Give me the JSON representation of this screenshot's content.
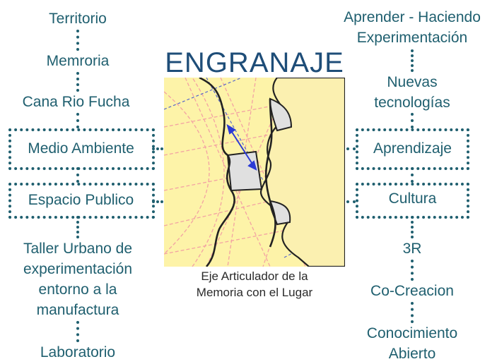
{
  "title": "ENGRANAJE",
  "caption_line1": "Eje Articulador de la",
  "caption_line2": "Memoria con el Lugar",
  "left": {
    "territorio": "Territorio",
    "memoria": "Memroria",
    "cana": "Cana Rio Fucha",
    "medio_ambiente": "Medio Ambiente",
    "espacio_publico": "Espacio Publico",
    "taller_1": "Taller Urbano de",
    "taller_2": "experimentación",
    "taller_3": "entorno a la",
    "taller_4": "manufactura",
    "laboratorio": "Laboratorio"
  },
  "right": {
    "aprender_1": "Aprender - Haciendo",
    "aprender_2": "Experimentación",
    "nuevas_1": "Nuevas",
    "nuevas_2": "tecnologías",
    "aprendizaje": "Aprendizaje",
    "cultura": "Cultura",
    "tres_r": "3R",
    "cocreacion": "Co-Creacion",
    "conocimiento_1": "Conocimiento",
    "conocimiento_2": "Abierto"
  },
  "colors": {
    "text": "#1f5f6f",
    "title": "#1e4d78",
    "gear_background": "#fdf3a8",
    "arrow": "#2b3bd6"
  }
}
